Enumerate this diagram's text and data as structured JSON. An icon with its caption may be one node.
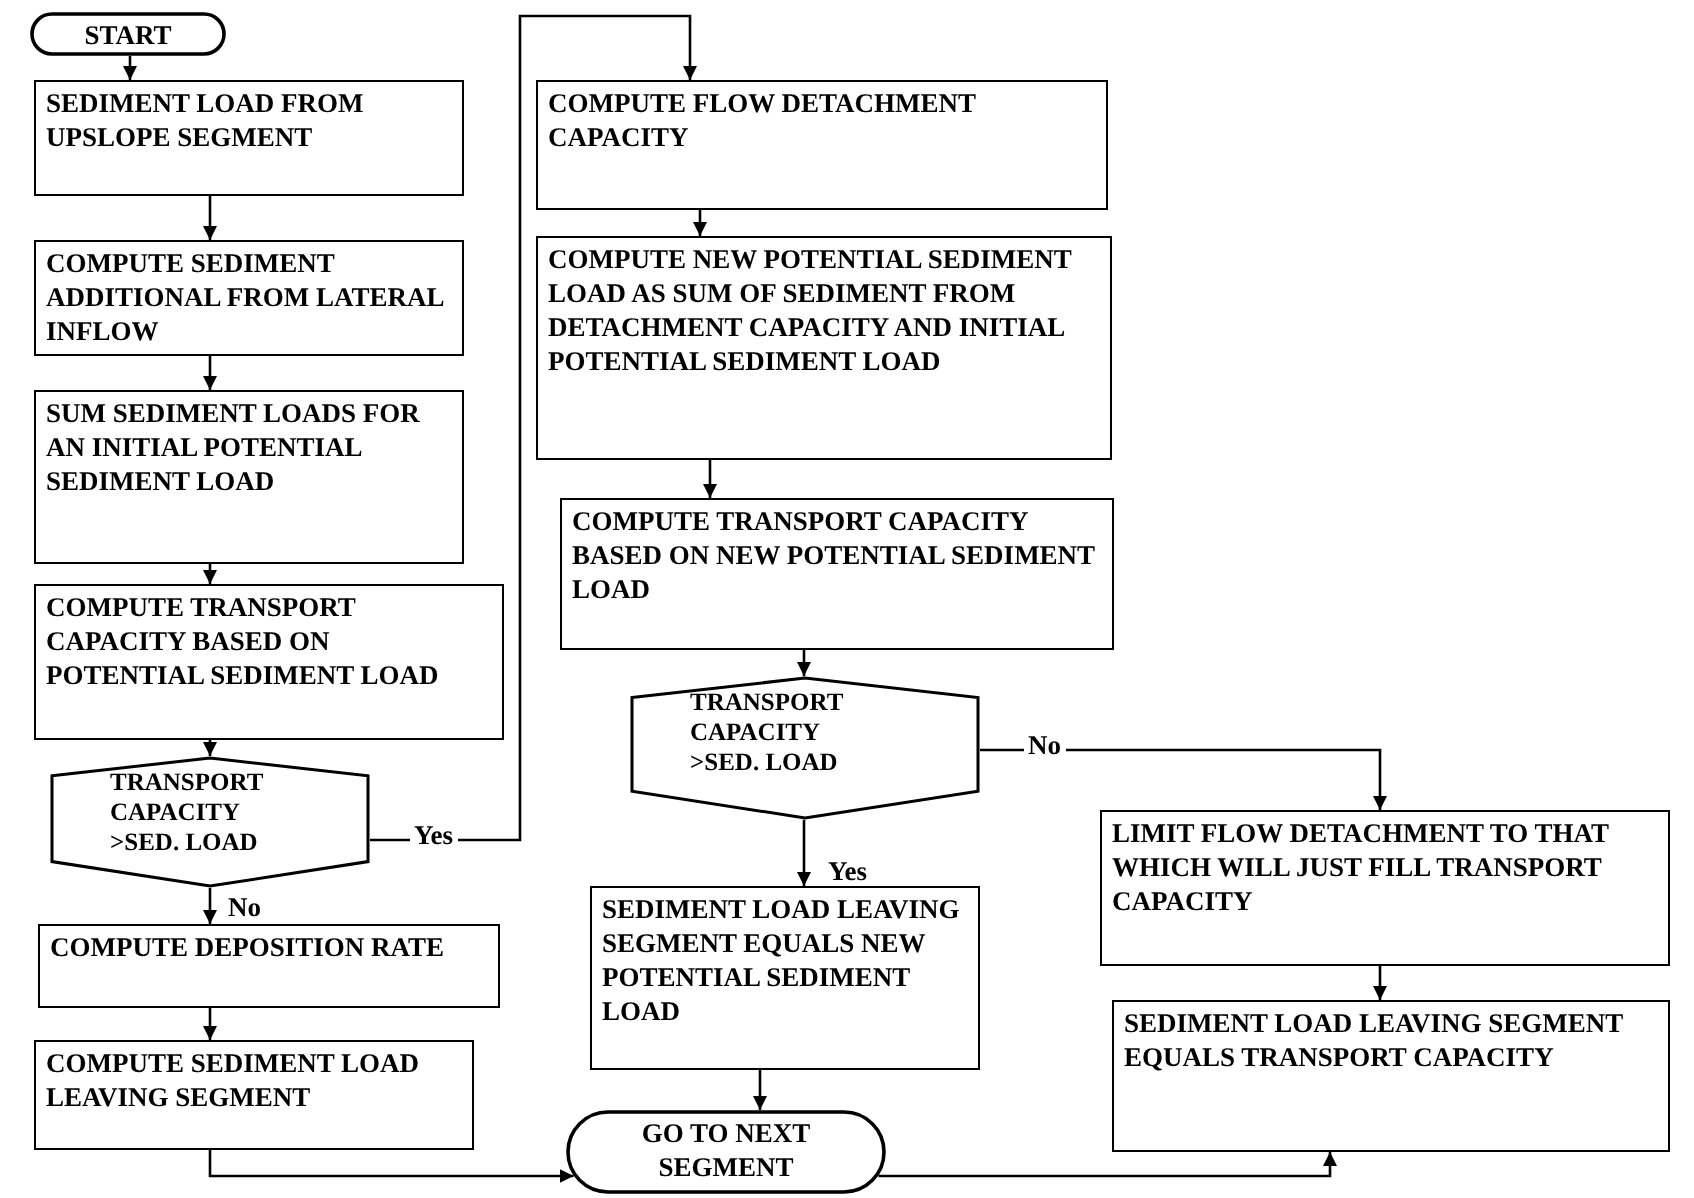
{
  "diagram": {
    "nodes": [
      {
        "text": [
          "START"
        ]
      },
      {
        "text": [
          "SEDIMENT LOAD FROM UPSLOPE SEGMENT"
        ]
      },
      {
        "text": [
          "COMPUTE SEDIMENT ADDITIONAL FROM LATERAL INFLOW"
        ]
      },
      {
        "text": [
          "SUM SEDIMENT LOADS FOR AN INITIAL POTENTIAL SEDIMENT LOAD"
        ]
      },
      {
        "text": [
          "COMPUTE TRANSPORT CAPACITY BASED ON POTENTIAL SEDIMENT LOAD"
        ]
      },
      {
        "text": [
          "TRANSPORT CAPACITY >SED. LOAD"
        ]
      },
      {
        "text": [
          "COMPUTE DEPOSITION RATE"
        ]
      },
      {
        "text": [
          "COMPUTE SEDIMENT LOAD LEAVING SEGMENT"
        ]
      },
      {
        "text": [
          "COMPUTE FLOW DETACHMENT CAPACITY"
        ]
      },
      {
        "text": [
          "COMPUTE NEW POTENTIAL SEDIMENT LOAD AS SUM OF SEDIMENT FROM DETACHMENT CAPACITY AND INITIAL POTENTIAL SEDIMENT LOAD"
        ]
      },
      {
        "text": [
          "COMPUTE TRANSPORT CAPACITY BASED ON NEW POTENTIAL SEDIMENT LOAD"
        ]
      },
      {
        "text": [
          "TRANSPORT CAPACITY >SED. LOAD"
        ]
      },
      {
        "text": [
          "SEDIMENT LOAD LEAVING SEGMENT EQUALS NEW POTENTIAL SEDIMENT LOAD"
        ]
      },
      {
        "text": [
          "GO TO NEXT SEGMENT"
        ]
      },
      {
        "text": [
          "LIMIT FLOW DETACHMENT TO THAT WHICH WILL JUST FILL TRANSPORT CAPACITY"
        ]
      },
      {
        "text": [
          "SEDIMENT LOAD LEAVING SEGMENT EQUALS TRANSPORT CAPACITY"
        ]
      }
    ],
    "edges": [
      {
        "from": 0,
        "to": 1,
        "arrow": "to"
      },
      {
        "from": 1,
        "to": 2,
        "arrow": "to"
      },
      {
        "from": 2,
        "to": 3,
        "arrow": "to"
      },
      {
        "from": 3,
        "to": 4,
        "arrow": "to"
      },
      {
        "from": 4,
        "to": 5,
        "arrow": "to"
      },
      {
        "from": 5,
        "to": 6,
        "arrow": "to",
        "label": "No"
      },
      {
        "from": 6,
        "to": 7,
        "arrow": "to"
      },
      {
        "from": 7,
        "to": 13,
        "arrow": "to"
      },
      {
        "from": 5,
        "to": 8,
        "arrow": "to",
        "label": "Yes"
      },
      {
        "from": 8,
        "to": 9,
        "arrow": "to"
      },
      {
        "from": 9,
        "to": 10,
        "arrow": "to"
      },
      {
        "from": 10,
        "to": 11,
        "arrow": "to"
      },
      {
        "from": 11,
        "to": 12,
        "arrow": "to",
        "label": "Yes"
      },
      {
        "from": 11,
        "to": 14,
        "arrow": "to",
        "label": "No"
      },
      {
        "from": 12,
        "to": 13,
        "arrow": "to"
      },
      {
        "from": 14,
        "to": 15,
        "arrow": "to"
      },
      {
        "from": 13,
        "to": 15,
        "arrow": "to"
      }
    ]
  }
}
